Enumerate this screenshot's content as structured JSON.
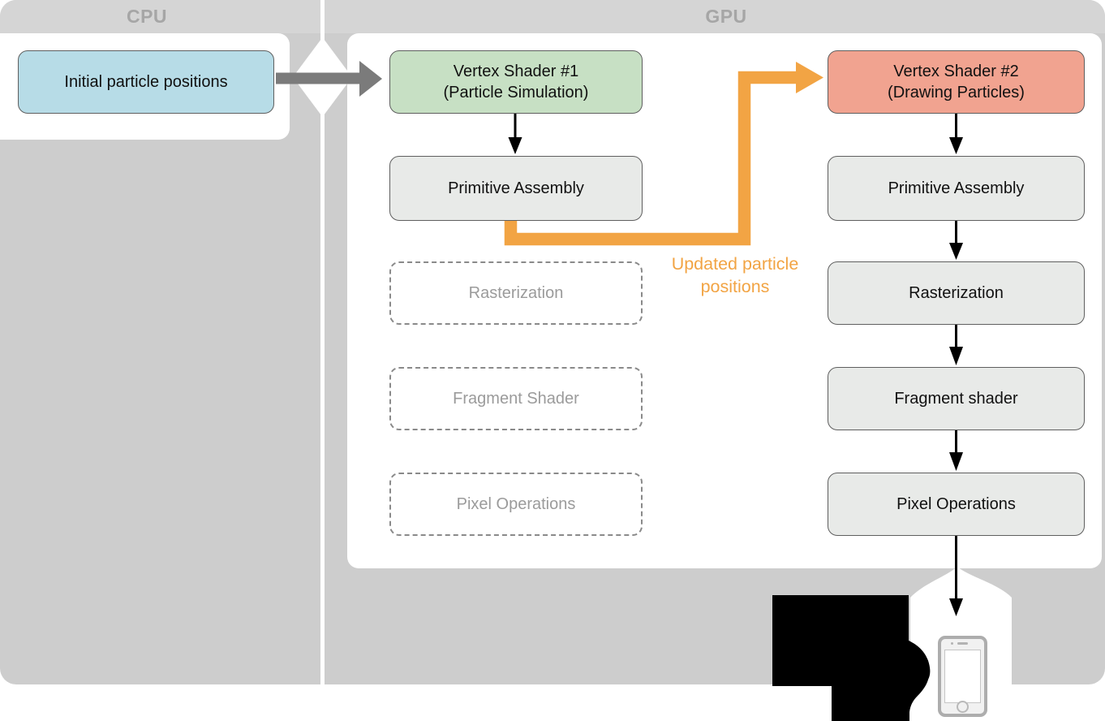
{
  "header": {
    "cpu_label": "CPU",
    "gpu_label": "GPU"
  },
  "cpu": {
    "initial_positions_label": "Initial particle positions"
  },
  "gpu": {
    "sim_column": {
      "vertex_shader": {
        "line1": "Vertex Shader #1",
        "line2": "(Particle Simulation)"
      },
      "primitive_assembly": "Primitive Assembly",
      "rasterization": "Rasterization",
      "fragment_shader": "Fragment Shader",
      "pixel_operations": "Pixel Operations"
    },
    "draw_column": {
      "vertex_shader": {
        "line1": "Vertex Shader #2",
        "line2": "(Drawing Particles)"
      },
      "primitive_assembly": "Primitive Assembly",
      "rasterization": "Rasterization",
      "fragment_shader": "Fragment shader",
      "pixel_operations": "Pixel Operations"
    }
  },
  "annotations": {
    "updated_particles_line1": "Updated particle",
    "updated_particles_line2": "positions"
  },
  "icons": {
    "phone": "smartphone-icon",
    "hand": "hand-silhouette",
    "cpu_to_gpu": "right-arrow-icon",
    "flow": "down-arrow-icon",
    "feedback": "orange-elbow-arrow-icon"
  },
  "colors": {
    "stage_gray": "#cdcdcd",
    "header_gray": "#d5d5d5",
    "region_label_gray": "#a6a6a6",
    "box_blue": "#b7dce7",
    "box_green": "#c7e0c4",
    "box_salmon": "#f1a390",
    "box_gray": "#e8eae8",
    "box_border": "#5f5f5f",
    "dashed_border": "#8a8a8a",
    "dashed_text": "#9b9b9b",
    "orange": "#f2a444",
    "big_arrow_gray": "#7b7b7b",
    "arrow_black": "#000000"
  }
}
